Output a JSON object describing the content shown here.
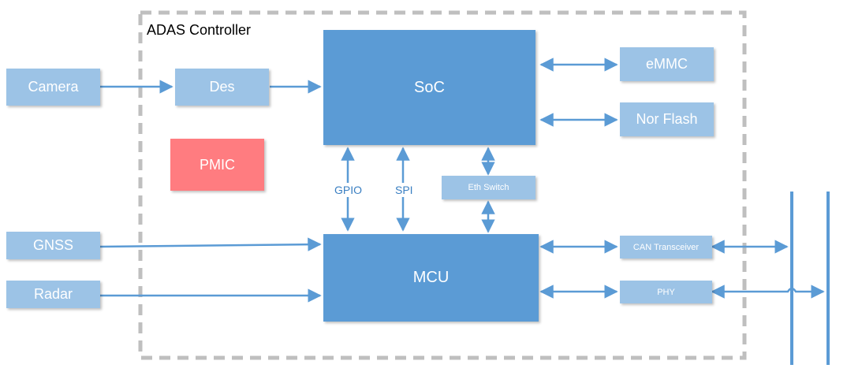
{
  "controller": {
    "title": "ADAS Controller"
  },
  "blocks": {
    "camera": "Camera",
    "des": "Des",
    "soc": "SoC",
    "emmc": "eMMC",
    "nor_flash": "Nor Flash",
    "pmic": "PMIC",
    "gnss": "GNSS",
    "radar": "Radar",
    "mcu": "MCU",
    "eth_switch": "Eth Switch",
    "can_transceiver": "CAN Transceiver",
    "phy": "PHY"
  },
  "links": {
    "gpio": "GPIO",
    "spi": "SPI"
  },
  "colors": {
    "light_block": "#9cc3e6",
    "dark_block": "#5b9bd5",
    "pmic_block": "#ff7c80",
    "arrow": "#5b9bd5",
    "border": "#bfbfbf"
  }
}
